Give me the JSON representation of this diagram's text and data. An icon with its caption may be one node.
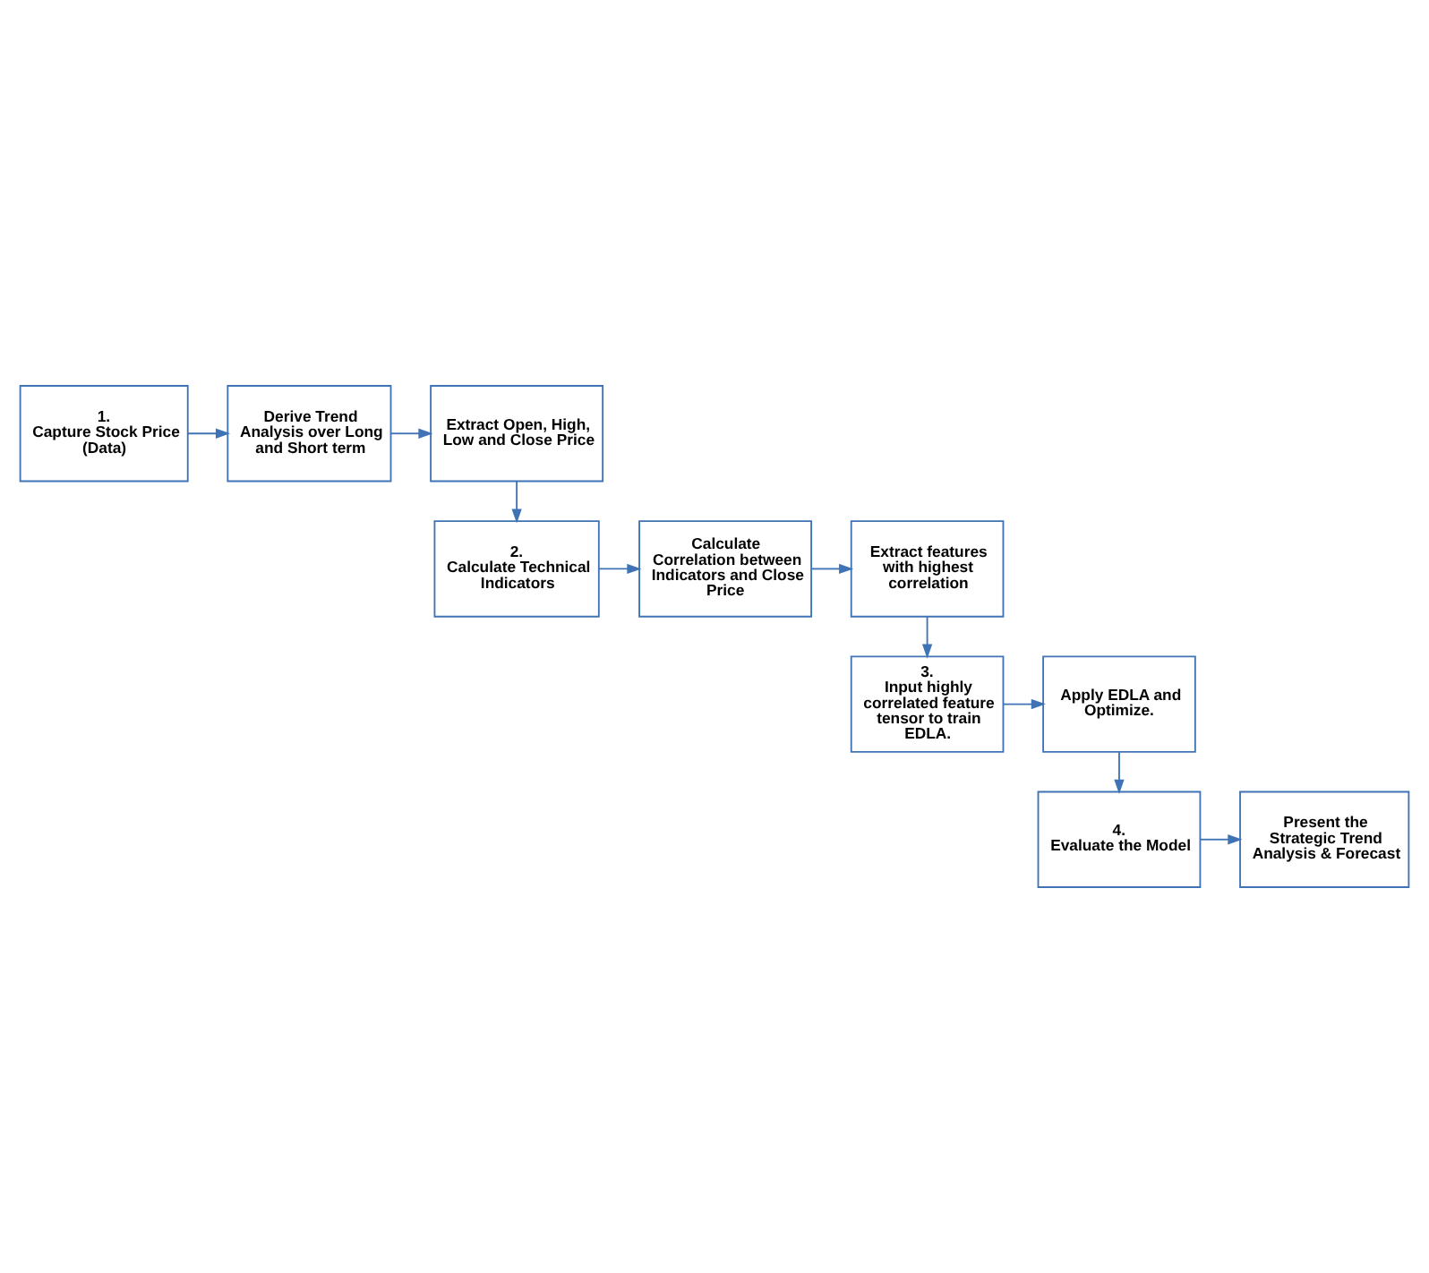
{
  "diagram": {
    "nodes": [
      {
        "text": [
          "1.",
          "Capture Stock Price (Data)"
        ]
      },
      {
        "text": [
          "Derive Trend Analysis over Long and Short term"
        ]
      },
      {
        "text": [
          "Extract Open, High, Low and Close Price"
        ]
      },
      {
        "text": [
          "2.",
          "Calculate Technical Indicators"
        ]
      },
      {
        "text": [
          "Calculate Correlation between Indicators and Close Price"
        ]
      },
      {
        "text": [
          "Extract features with highest correlation"
        ]
      },
      {
        "text": [
          "3.",
          "Input highly correlated feature tensor to train EDLA."
        ]
      },
      {
        "text": [
          "Apply EDLA and Optimize."
        ]
      },
      {
        "text": [
          "4.",
          "Evaluate the Model"
        ]
      },
      {
        "text": [
          "Present the Strategic Trend Analysis & Forecast"
        ]
      }
    ],
    "edges": [
      {
        "from": 0,
        "to": 1,
        "arrow": "to"
      },
      {
        "from": 1,
        "to": 2,
        "arrow": "to"
      },
      {
        "from": 2,
        "to": 3,
        "arrow": "to"
      },
      {
        "from": 3,
        "to": 4,
        "arrow": "to"
      },
      {
        "from": 4,
        "to": 5,
        "arrow": "to"
      },
      {
        "from": 5,
        "to": 6,
        "arrow": "to"
      },
      {
        "from": 6,
        "to": 7,
        "arrow": "to"
      },
      {
        "from": 7,
        "to": 8,
        "arrow": "to"
      },
      {
        "from": 8,
        "to": 9,
        "arrow": "to"
      }
    ]
  }
}
